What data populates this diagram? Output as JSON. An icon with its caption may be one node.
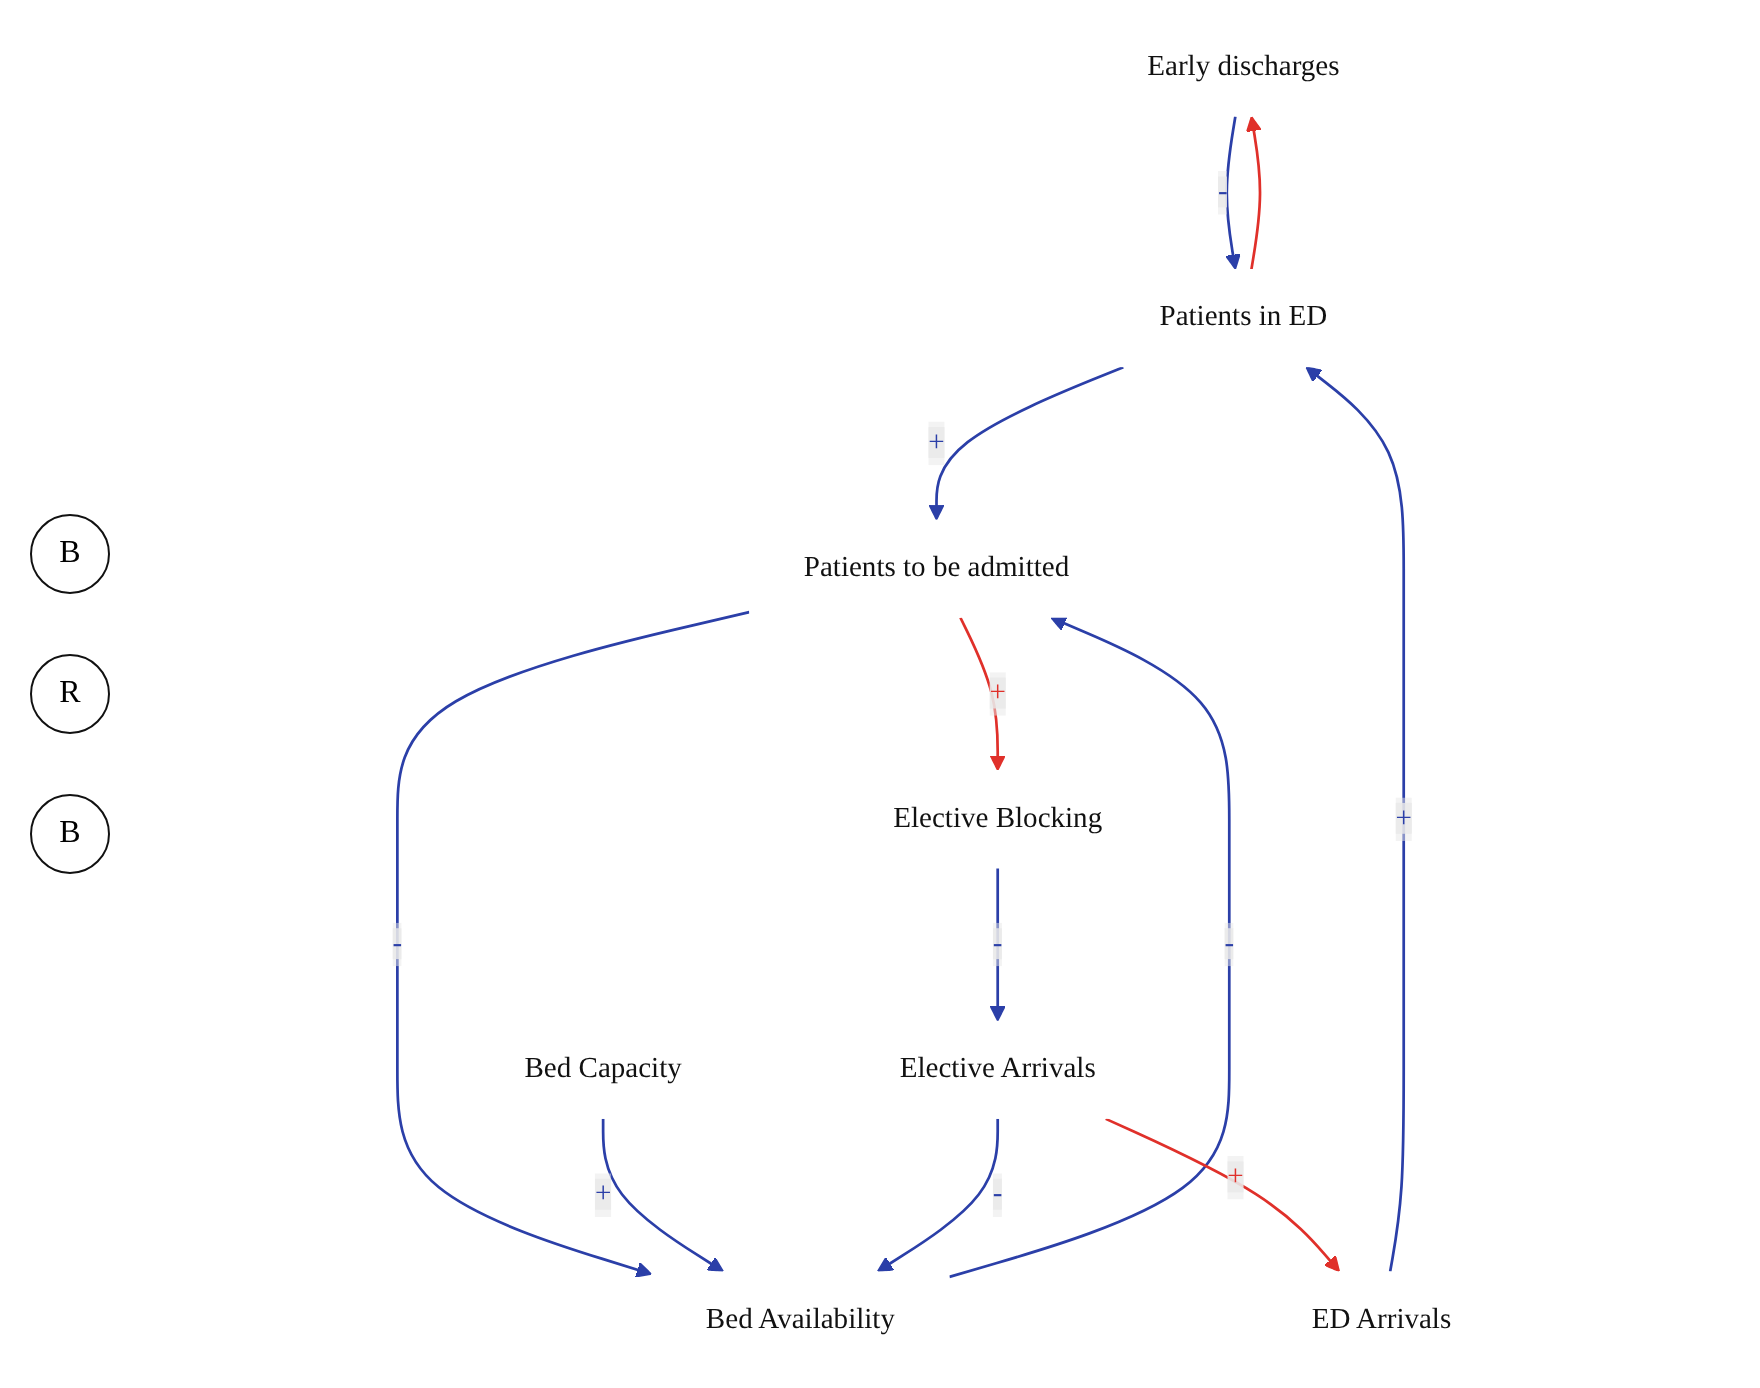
{
  "diagram": {
    "nodes": [
      {
        "text": [
          "Early discharges"
        ]
      },
      {
        "text": [
          "Patients in ED"
        ]
      },
      {
        "text": [
          "Patients to be admitted"
        ]
      },
      {
        "text": [
          "Bed Capacity"
        ]
      },
      {
        "text": [
          "Bed Availability"
        ]
      },
      {
        "text": [
          "ED Arrivals"
        ]
      },
      {
        "text": [
          "Elective Blocking"
        ]
      },
      {
        "text": [
          "Elective Arrivals"
        ]
      }
    ],
    "edges": [
      {
        "from": 1,
        "to": 0,
        "arrow": "to",
        "color": "#e0302a"
      },
      {
        "from": 0,
        "to": 1,
        "arrow": "to",
        "label": "-"
      },
      {
        "from": 1,
        "to": 2,
        "arrow": "to",
        "label": "+"
      },
      {
        "from": 2,
        "to": 4,
        "arrow": "to",
        "label": "-"
      },
      {
        "from": 4,
        "to": 2,
        "arrow": "to",
        "label": "-"
      },
      {
        "from": 3,
        "to": 4,
        "arrow": "to",
        "label": "+"
      },
      {
        "from": 2,
        "to": 6,
        "arrow": "to",
        "label": "+",
        "color": "#e0302a"
      },
      {
        "from": 6,
        "to": 7,
        "arrow": "to",
        "label": "-"
      },
      {
        "from": 7,
        "to": 4,
        "arrow": "to",
        "label": "-"
      },
      {
        "from": 7,
        "to": 5,
        "arrow": "to",
        "label": "+",
        "color": "#e0302a"
      },
      {
        "from": 5,
        "to": 1,
        "arrow": "to",
        "label": "+"
      }
    ],
    "labels": [
      "B",
      "R",
      "B"
    ]
  }
}
